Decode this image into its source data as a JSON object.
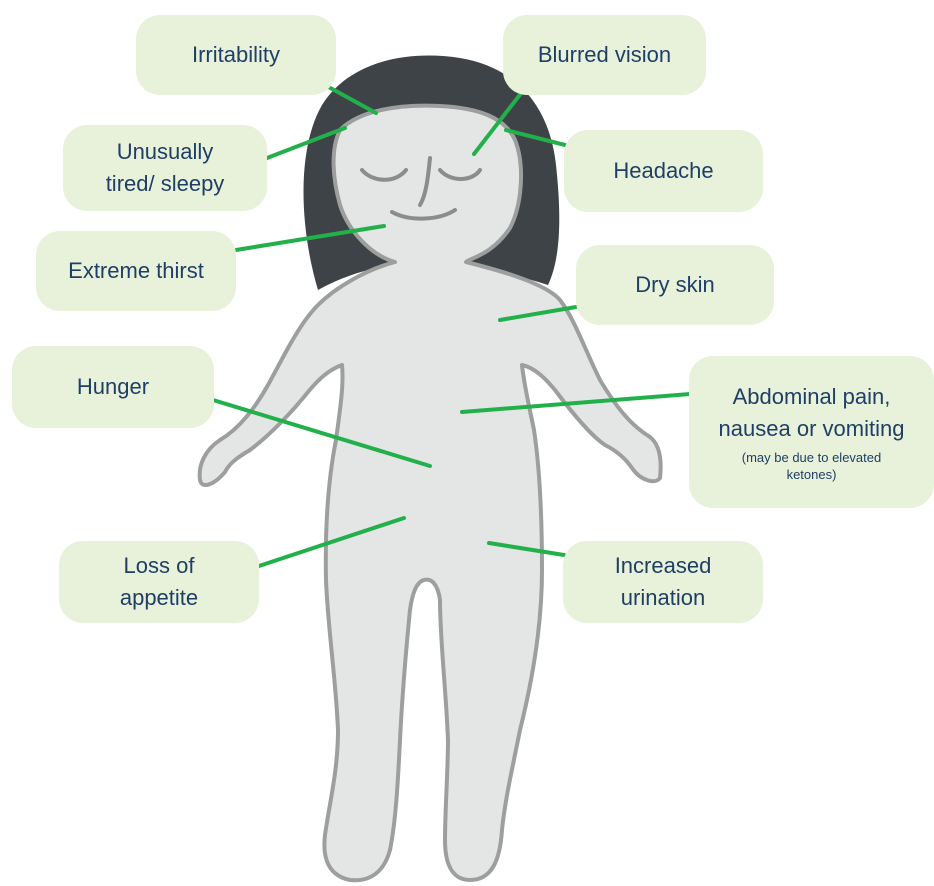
{
  "diagram": {
    "colors": {
      "box_fill": "#e8f1d9",
      "text": "#1f3f66",
      "connector": "#22b04b",
      "body_fill": "#e4e5e5",
      "body_outline": "#9d9e9e",
      "hair": "#3d4347",
      "face_line": "#8a8c8d"
    },
    "labels": {
      "irritability": "Irritability",
      "blurred_vision": "Blurred vision",
      "tired_line1": "Unusually",
      "tired_line2": "tired/ sleepy",
      "headache": "Headache",
      "extreme_thirst": "Extreme thirst",
      "dry_skin": "Dry skin",
      "hunger": "Hunger",
      "abdominal_line1": "Abdominal pain,",
      "abdominal_line2": "nausea or vomiting",
      "abdominal_note": "(may be due to elevated ketones)",
      "appetite_line1": "Loss of",
      "appetite_line2": "appetite",
      "urination_line1": "Increased",
      "urination_line2": "urination"
    }
  }
}
